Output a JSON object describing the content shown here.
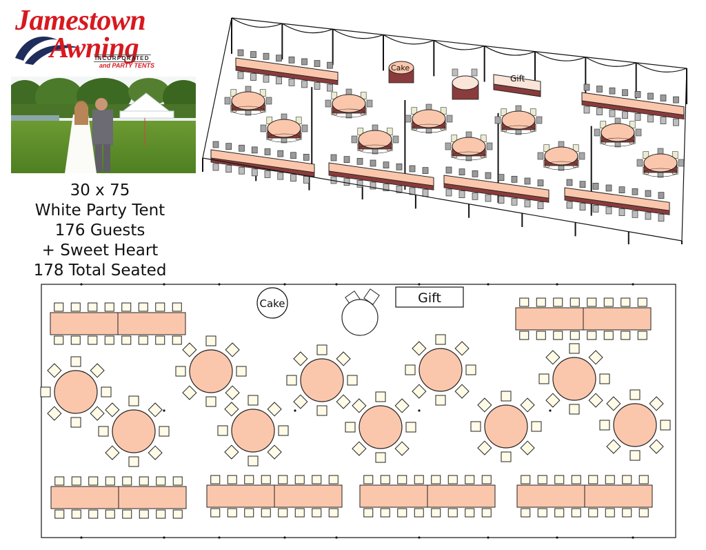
{
  "logo": {
    "line1": "Jamestown",
    "line2": "Awning",
    "incorporated": "INCORPORATED",
    "party_tents": "and PARTY TENTS"
  },
  "caption": {
    "size": "30 x 75",
    "tent": "White Party Tent",
    "guests": "176 Guests",
    "sweetheart": "+ Sweet Heart",
    "total": "178 Total Seated"
  },
  "labels": {
    "cake": "Cake",
    "gift": "Gift"
  },
  "colors": {
    "table_fill": "#fbc7ac",
    "chair_fill": "#fffbe6",
    "logo_red": "#d71920",
    "outline": "#222222"
  }
}
